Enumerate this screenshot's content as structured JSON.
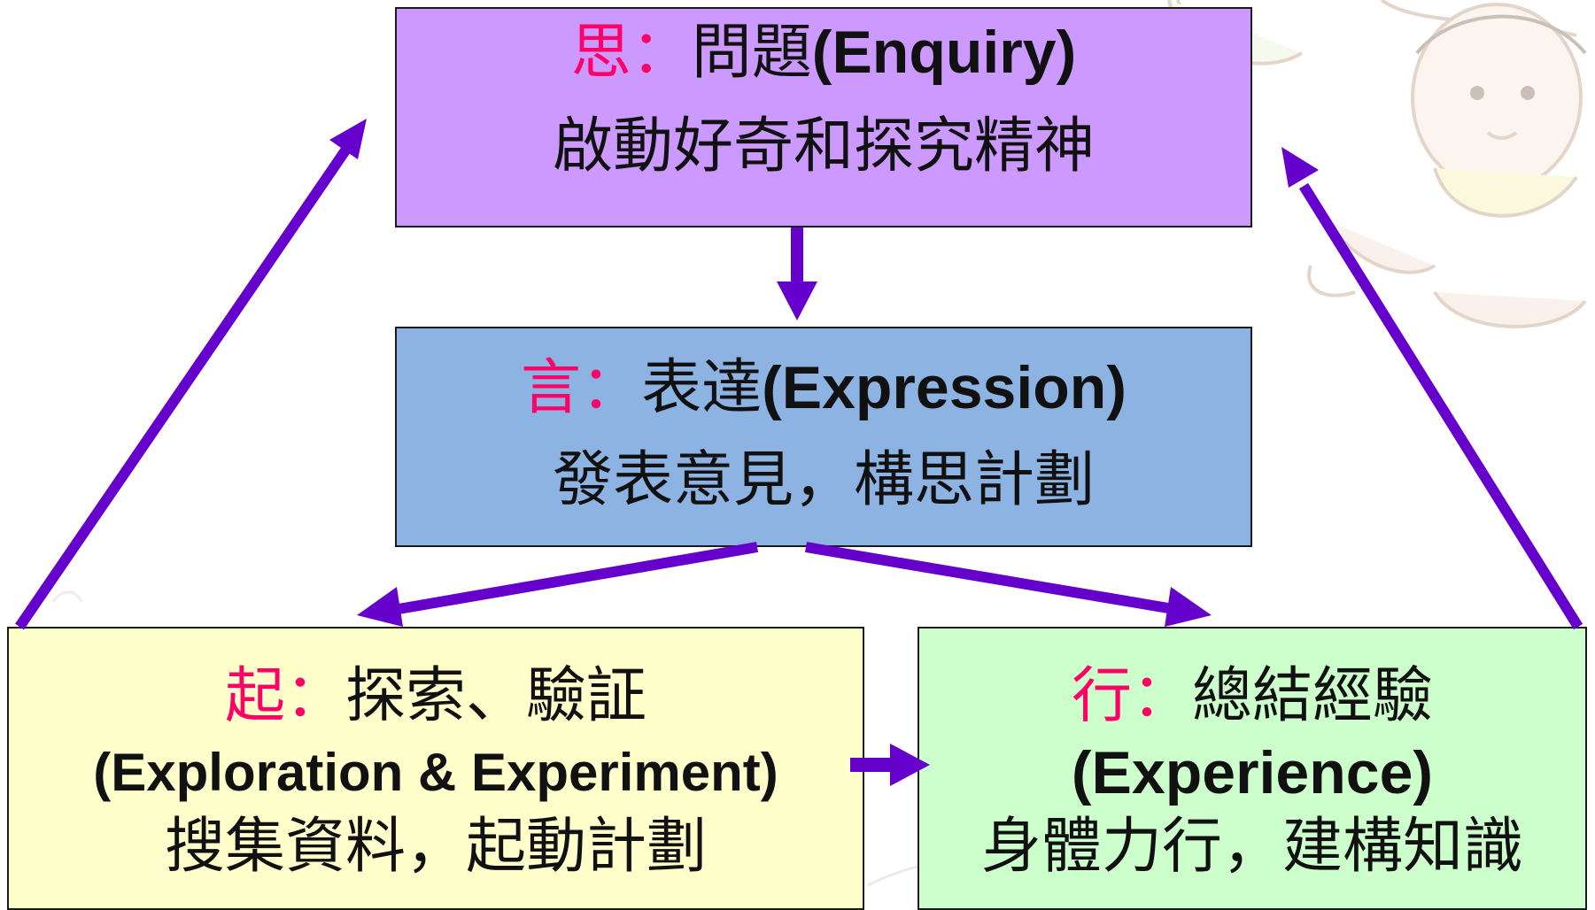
{
  "colors": {
    "arrow": "#6600cc",
    "key_char": "#ff0066",
    "enquiry_fill": "#cc99ff",
    "expression_fill": "#8db3e2",
    "exploration_fill": "#ffffcc",
    "experience_fill": "#ccffcc"
  },
  "nodes": {
    "enquiry": {
      "key": "思",
      "colon": "：",
      "label": "問題",
      "english": "(Enquiry)",
      "description": "啟動好奇和探究精神"
    },
    "expression": {
      "key": "言",
      "colon": "：",
      "label": "表達",
      "english": "(Expression)",
      "description": "發表意見，構思計劃"
    },
    "exploration": {
      "key": "起",
      "colon": "：",
      "label": "探索、驗証",
      "english": "(Exploration & Experiment)",
      "description": "搜集資料，起動計劃"
    },
    "experience": {
      "key": "行",
      "colon": "：",
      "label": "總結經驗",
      "english": "(Experience)",
      "description": "身體力行，建構知識"
    }
  },
  "edges": [
    {
      "from": "enquiry",
      "to": "expression"
    },
    {
      "from": "expression",
      "to": "exploration"
    },
    {
      "from": "expression",
      "to": "experience"
    },
    {
      "from": "exploration",
      "to": "experience"
    },
    {
      "from": "exploration",
      "to": "enquiry"
    },
    {
      "from": "experience",
      "to": "enquiry"
    }
  ]
}
